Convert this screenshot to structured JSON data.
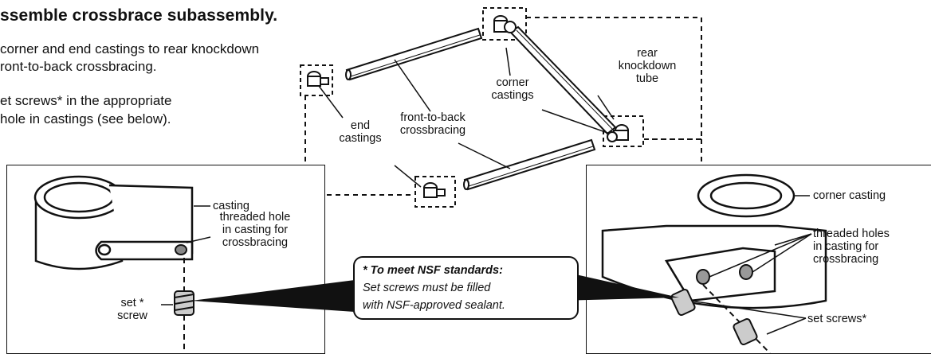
{
  "title": "ssemble crossbrace subassembly.",
  "steps": [
    "corner and end castings to rear knockdown",
    "ront-to-back crossbracing.",
    "et screws* in the appropriate",
    "hole in castings (see below)."
  ],
  "callouts": {
    "rear_knockdown_tube": [
      "rear",
      "knockdown",
      "tube"
    ],
    "corner_castings": [
      "corner",
      "castings"
    ],
    "front_to_back": [
      "front-to-back",
      "crossbracing"
    ],
    "end_castings": [
      "end",
      "castings"
    ]
  },
  "left_panel": {
    "casting": "casting",
    "threaded_hole": [
      "threaded hole",
      "in casting for",
      "crossbracing"
    ],
    "set_screw": [
      "set *",
      "screw"
    ]
  },
  "right_panel": {
    "corner_casting": "corner casting",
    "threaded_holes": [
      "threaded holes",
      "in casting for",
      "crossbracing"
    ],
    "set_screws": "set screws*"
  },
  "note": {
    "heading": "* To meet NSF standards:",
    "lines": [
      "Set screws must be filled",
      "with NSF-approved sealant."
    ]
  }
}
